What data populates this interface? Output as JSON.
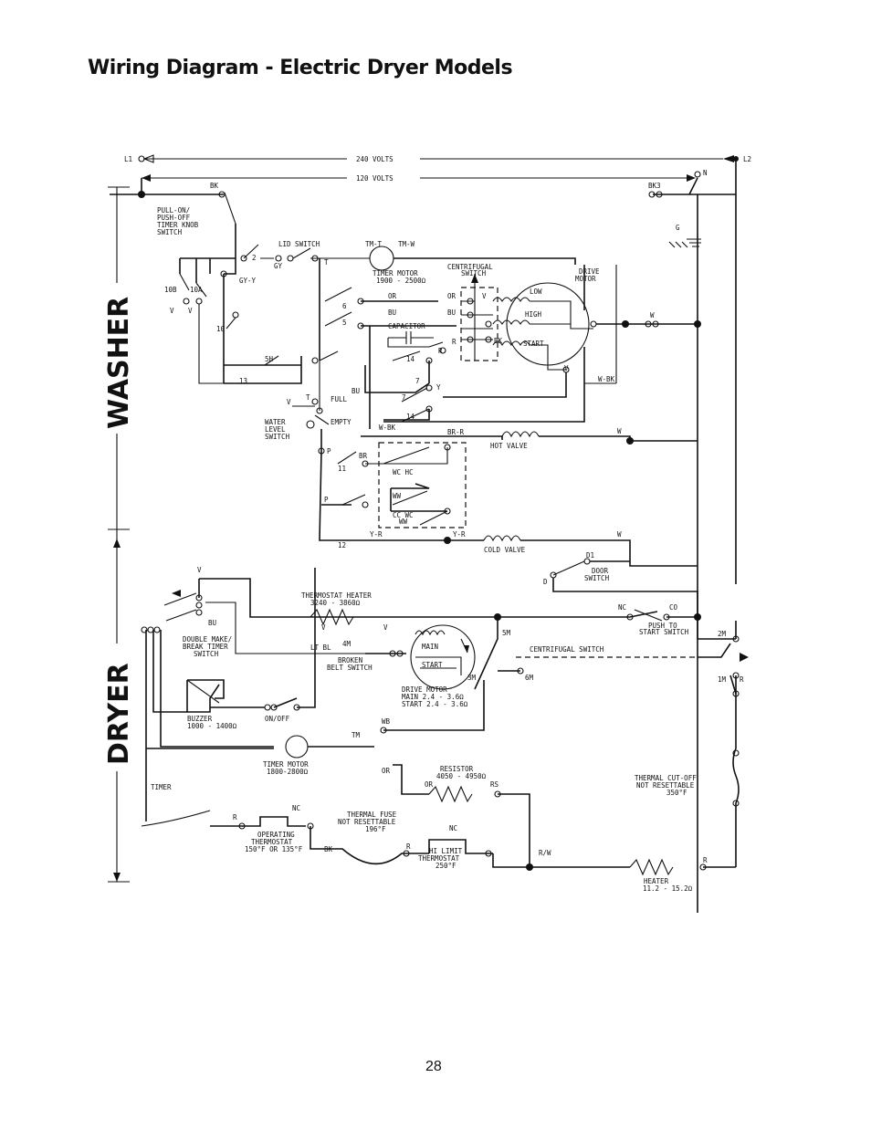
{
  "title": "Wiring Diagram - Electric Dryer Models",
  "page_number": "28",
  "sections": {
    "washer": "WASHER",
    "dryer": "DRYER"
  },
  "supply": {
    "l1": "L1",
    "l2": "L2",
    "n": "N",
    "v240": "240 VOLTS",
    "v120": "120 VOLTS",
    "bk": "BK",
    "bk3": "BK3",
    "g": "G"
  },
  "washer": {
    "knob_switch": [
      "PULL-ON/",
      "PUSH-OFF",
      "TIMER KNOB",
      "SWITCH"
    ],
    "lid_switch": "LID SWITCH",
    "gy": "GY",
    "gy_y": "GY-Y",
    "tm_t": "TM-T",
    "tm_w": "TM-W",
    "timer_motor": "TIMER MOTOR",
    "timer_motor_ohms": "1900 - 2500Ω",
    "centrifugal_switch": [
      "CENTRIFUGAL",
      "SWITCH"
    ],
    "drive_motor": [
      "DRIVE",
      "MOTOR"
    ],
    "motor_low": "LOW",
    "motor_high": "HIGH",
    "motor_start": "START",
    "or": "OR",
    "bu": "BU",
    "r": "R",
    "v": "V",
    "bk": "BK",
    "w": "W",
    "w_bk": "W-BK",
    "capacitor": "CAPACITOR",
    "full": "FULL",
    "empty": "EMPTY",
    "water_level_switch": [
      "WATER",
      "LEVEL",
      "SWITCH"
    ],
    "br_r": "BR-R",
    "br": "BR",
    "hot_valve": "HOT VALVE",
    "cold_valve": "COLD VALVE",
    "wc_hc": "WC HC",
    "ww": "WW",
    "cc_wc": "CC WC",
    "y_r": "Y-R",
    "p": "P",
    "y": "Y",
    "t": "T",
    "terminals": {
      "n2": "2",
      "n10b": "10B",
      "n10a": "10A",
      "n10": "10",
      "n5h": "5H",
      "n13": "13",
      "n6": "6",
      "n5": "5",
      "n14": "14",
      "n7": "7",
      "n11": "11",
      "n12": "12"
    }
  },
  "dryer": {
    "d1": "D1",
    "d": "D",
    "door_switch": [
      "DOOR",
      "SWITCH"
    ],
    "thermostat_heater": "THERMOSTAT HEATER",
    "thermostat_heater_ohms": "3240 - 3860Ω",
    "v": "V",
    "bu": "BU",
    "nc": "NC",
    "co": "CO",
    "push_to_start": [
      "PUSH TO",
      "START SWITCH"
    ],
    "double_make": [
      "DOUBLE MAKE/",
      "BREAK TIMER",
      "SWITCH"
    ],
    "lt_bl": "LT BL",
    "4m": "4M",
    "5m": "5M",
    "6m": "6M",
    "3m": "3M",
    "2m": "2M",
    "1m": "1M",
    "r": "R",
    "broken_belt": [
      "BROKEN",
      "BELT SWITCH"
    ],
    "main": "MAIN",
    "start": "START",
    "centrifugal_switch": "CENTRIFUGAL SWITCH",
    "drive_motor": [
      "DRIVE MOTOR",
      "MAIN 2.4 - 3.6Ω",
      "START 2.4 - 3.6Ω"
    ],
    "buzzer": [
      "BUZZER",
      "1000 - 1400Ω"
    ],
    "on_off": "ON/OFF",
    "wb": "WB",
    "tm": "TM",
    "timer_motor": [
      "TIMER MOTOR",
      "1800-2800Ω"
    ],
    "timer": "TIMER",
    "or": "OR",
    "rs": "RS",
    "resistor": [
      "RESISTOR",
      "4050 - 4950Ω"
    ],
    "thermal_cutoff": [
      "THERMAL CUT-OFF",
      "NOT RESETTABLE",
      "350°F"
    ],
    "thermal_fuse": [
      "THERMAL FUSE",
      "NOT RESETTABLE",
      "196°F"
    ],
    "operating_thermostat": [
      "OPERATING",
      "THERMOSTAT",
      "150°F OR 135°F"
    ],
    "bk": "BK",
    "hi_limit": [
      "HI LIMIT",
      "THERMOSTAT",
      "250°F"
    ],
    "r_w": "R/W",
    "heater": [
      "HEATER",
      "11.2 - 15.2Ω"
    ]
  }
}
